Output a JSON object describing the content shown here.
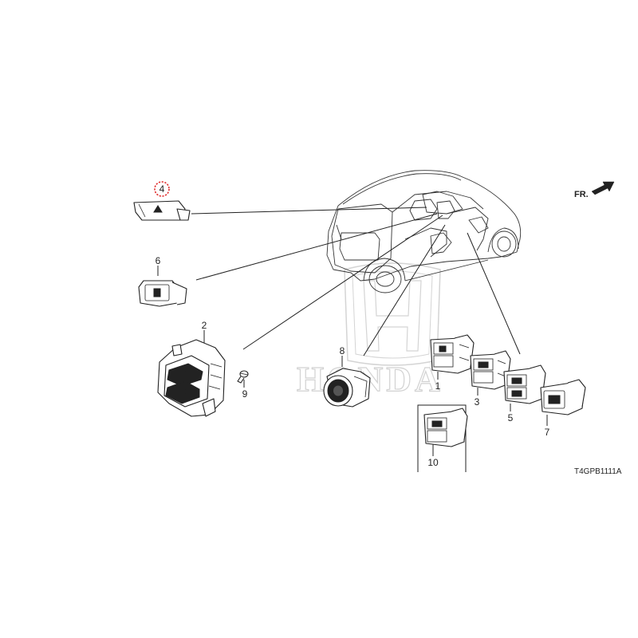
{
  "diagram": {
    "drawing_code": "T4GPB1111A",
    "direction_marker": "FR.",
    "watermark_text": "HONDA",
    "highlight_color": "#e03030",
    "parts": [
      {
        "id": "1",
        "label": "1"
      },
      {
        "id": "2",
        "label": "2"
      },
      {
        "id": "3",
        "label": "3"
      },
      {
        "id": "4",
        "label": "4",
        "highlighted": true
      },
      {
        "id": "5",
        "label": "5"
      },
      {
        "id": "6",
        "label": "6"
      },
      {
        "id": "7",
        "label": "7"
      },
      {
        "id": "8",
        "label": "8"
      },
      {
        "id": "9",
        "label": "9"
      },
      {
        "id": "10",
        "label": "10"
      }
    ]
  }
}
